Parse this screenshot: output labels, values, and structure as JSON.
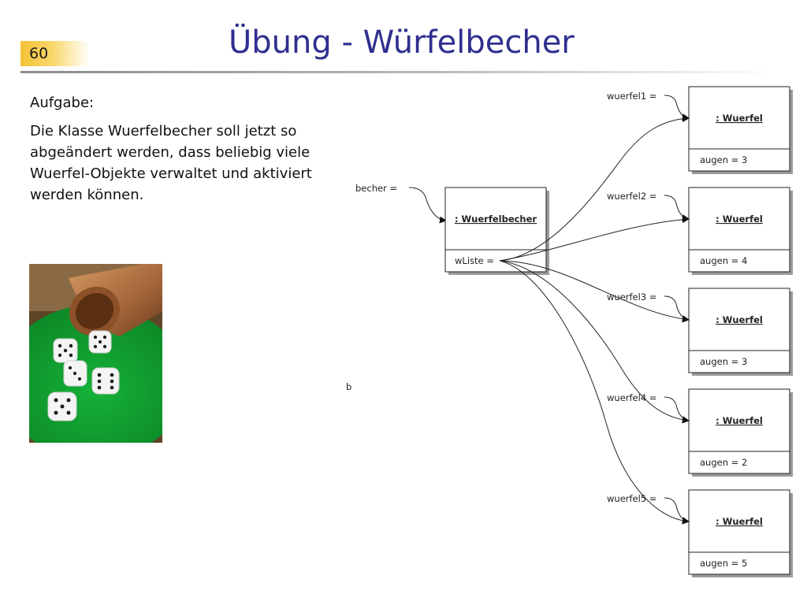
{
  "slide": {
    "number": "60",
    "title": "Übung - Würfelbecher",
    "task_label": "Aufgabe:",
    "task_text": "Die Klasse Wuerfelbecher soll jetzt so abgeändert werden, dass beliebig viele Wuerfel-Objekte verwaltet und aktiviert werden können."
  },
  "diagram": {
    "becher_label": "becher =",
    "becher_object": {
      "title": ": Wuerfelbecher",
      "field": "wListe ="
    },
    "stray_label": "b",
    "wuerfel": [
      {
        "var": "wuerfel1 =",
        "title": ": Wuerfel",
        "field": "augen = 3"
      },
      {
        "var": "wuerfel2 =",
        "title": ": Wuerfel",
        "field": "augen = 4"
      },
      {
        "var": "wuerfel3 =",
        "title": ": Wuerfel",
        "field": "augen = 3"
      },
      {
        "var": "wuerfel4 =",
        "title": ": Wuerfel",
        "field": "augen = 2"
      },
      {
        "var": "wuerfel5 =",
        "title": ": Wuerfel",
        "field": "augen = 5"
      }
    ]
  },
  "colors": {
    "title": "#2f2f8f",
    "page_number_bg": "#f5c237",
    "felt_green": "#0f9a2c"
  },
  "photo_icon": "dice-cup-photo"
}
